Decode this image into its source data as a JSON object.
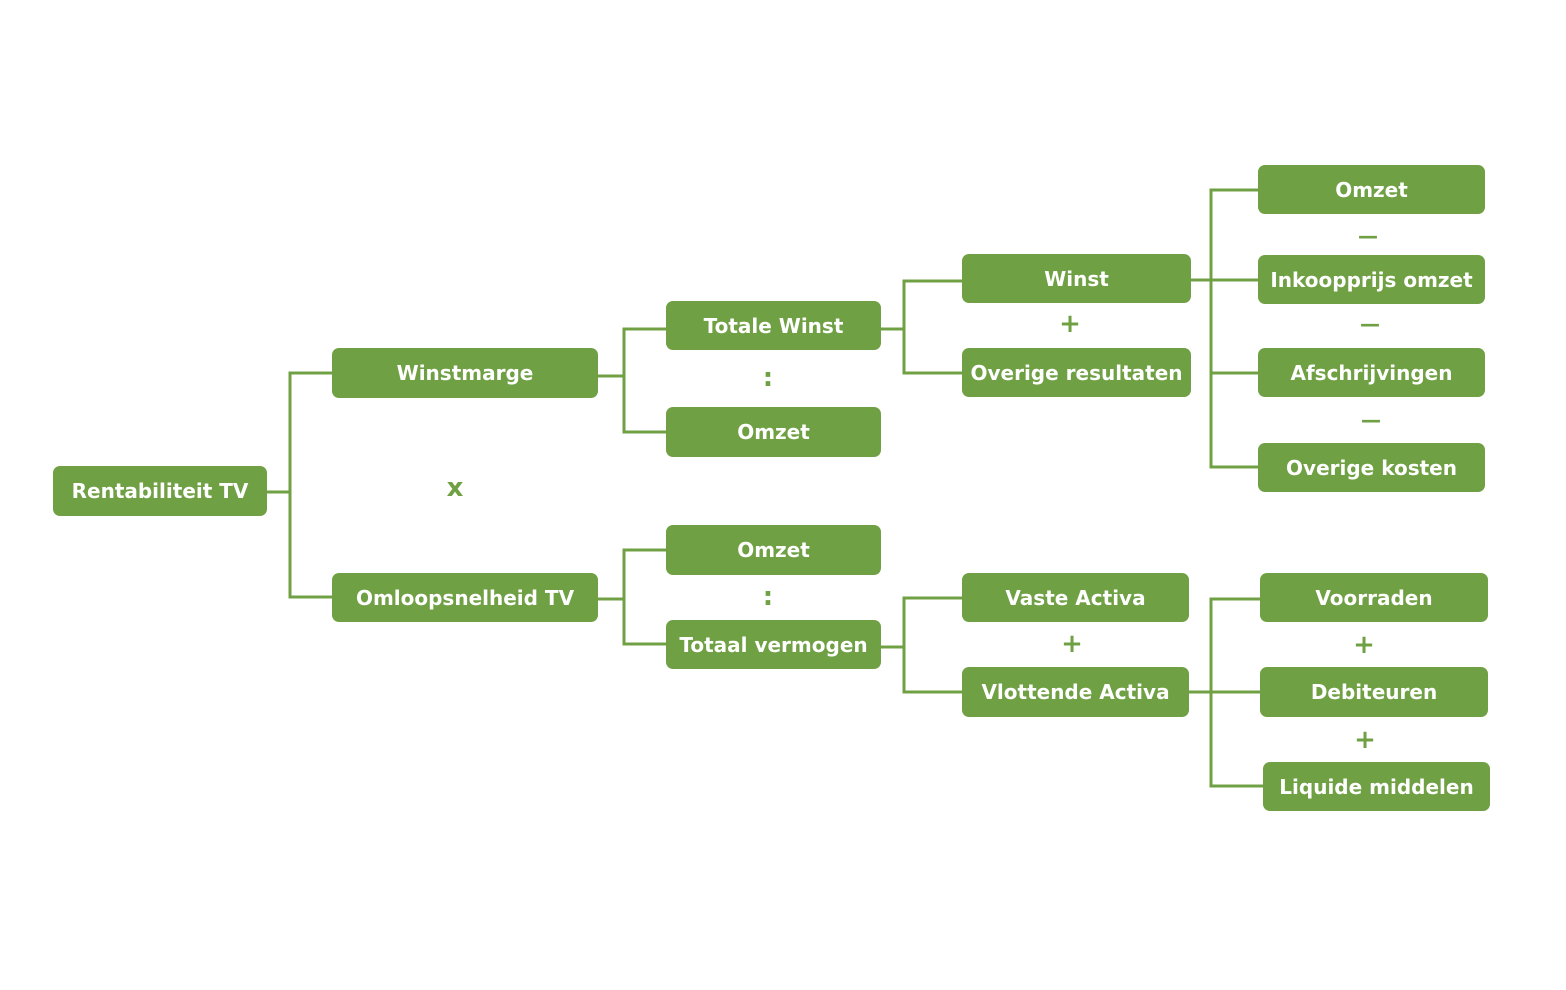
{
  "accent": "#70a044",
  "nodes": {
    "rentabiliteit": "Rentabiliteit TV",
    "winstmarge": "Winstmarge",
    "omloopsnelheid": "Omloopsnelheid  TV",
    "totale_winst": "Totale Winst",
    "omzet_a": "Omzet",
    "omzet_b": "Omzet",
    "totaal_vermogen": "Totaal vermogen",
    "winst": "Winst",
    "overige_resultaten": "Overige resultaten",
    "vaste_activa": "Vaste Activa",
    "vlottende_activa": "Vlottende Activa",
    "omzet_c": "Omzet",
    "inkoopprijs": "Inkoopprijs  omzet",
    "afschrijvingen": "Afschrijvingen",
    "overige_kosten": "Overige kosten",
    "voorraden": "Voorraden",
    "debiteuren": "Debiteuren",
    "liquide": "Liquide middelen"
  },
  "operators": {
    "times": "x",
    "divide": ":",
    "plus": "+",
    "minus": "—"
  }
}
